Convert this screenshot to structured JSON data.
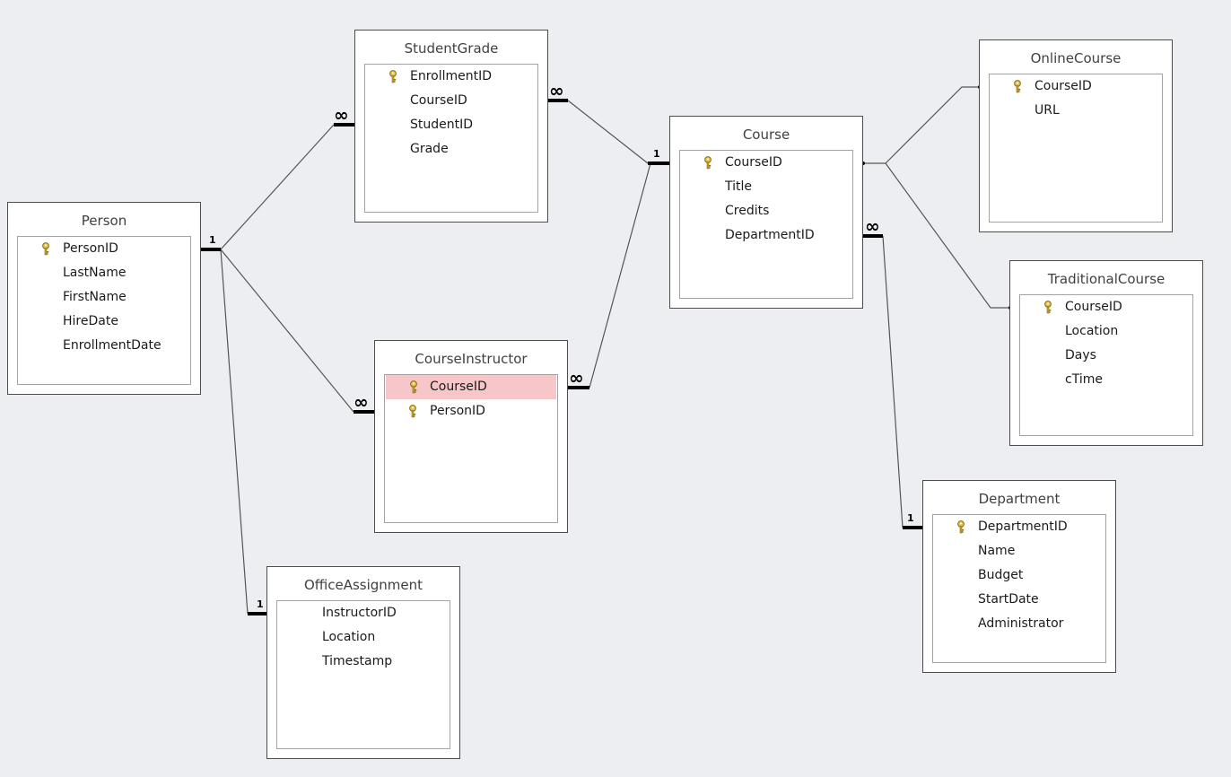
{
  "tables": {
    "person": {
      "name": "Person",
      "fields": [
        "PersonID",
        "LastName",
        "FirstName",
        "HireDate",
        "EnrollmentDate"
      ]
    },
    "student_grade": {
      "name": "StudentGrade",
      "fields": [
        "EnrollmentID",
        "CourseID",
        "StudentID",
        "Grade"
      ]
    },
    "course_instructor": {
      "name": "CourseInstructor",
      "fields": [
        "CourseID",
        "PersonID"
      ]
    },
    "office_assignment": {
      "name": "OfficeAssignment",
      "fields": [
        "InstructorID",
        "Location",
        "Timestamp"
      ]
    },
    "course": {
      "name": "Course",
      "fields": [
        "CourseID",
        "Title",
        "Credits",
        "DepartmentID"
      ]
    },
    "online_course": {
      "name": "OnlineCourse",
      "fields": [
        "CourseID",
        "URL"
      ]
    },
    "traditional_course": {
      "name": "TraditionalCourse",
      "fields": [
        "CourseID",
        "Location",
        "Days",
        "cTime"
      ]
    },
    "department": {
      "name": "Department",
      "fields": [
        "DepartmentID",
        "Name",
        "Budget",
        "StartDate",
        "Administrator"
      ]
    }
  },
  "cardinality": {
    "one": "1",
    "many": "∞"
  },
  "colors": {
    "background": "#eceef1",
    "selected_row": "#f7c6c9",
    "key_icon": "#d9b43c",
    "line": "#555555"
  }
}
